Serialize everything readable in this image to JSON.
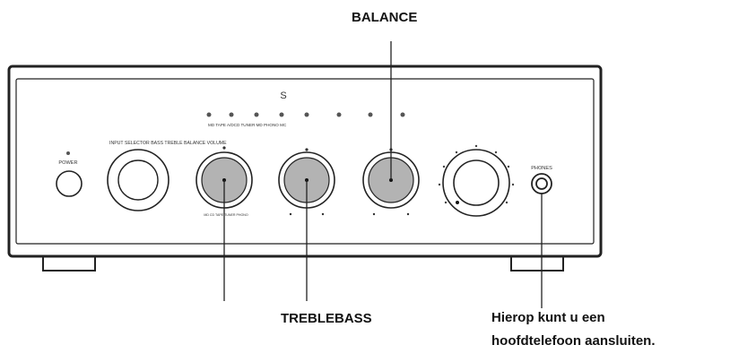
{
  "callouts": {
    "balance": "BALANCE",
    "treble_bass": "TREBLEBASS",
    "phones_line1": "Hierop kunt u een",
    "phones_line2": "hoofdtelefoon aansluiten."
  },
  "panel": {
    "logo": "S",
    "indicator_labels": "MD TAPE A/DCD TUNER MD PHONO MC",
    "control_row_label": "INPUT SELECTOR BASS TREBLE BALANCE VOLUME",
    "power_label": "POWER",
    "phones_label": "PHONES",
    "input_sub_label": "MD CD TAPE TUNER PHONO"
  },
  "colors": {
    "outline": "#222222",
    "knob_fill": "#b3b3b3",
    "background": "#ffffff"
  }
}
